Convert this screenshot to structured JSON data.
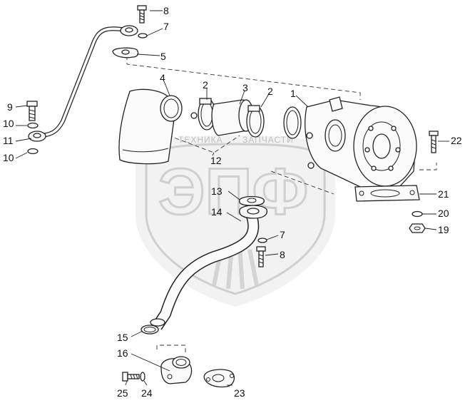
{
  "watermark": {
    "brand_left": "ТЕХНИКА",
    "brand_right": "ЗАПЧАСТИ",
    "logo_letters": "ЭПФ"
  },
  "callouts": {
    "p1": "1",
    "p2a": "2",
    "p2b": "2",
    "p3": "3",
    "p4": "4",
    "p5": "5",
    "p7a": "7",
    "p7b": "7",
    "p8a": "8",
    "p8b": "8",
    "p9": "9",
    "p10a": "10",
    "p10b": "10",
    "p11": "11",
    "p12": "12",
    "p13": "13",
    "p14": "14",
    "p15": "15",
    "p16": "16",
    "p19": "19",
    "p20": "20",
    "p21": "21",
    "p22": "22",
    "p23": "23",
    "p24": "24",
    "p25": "25"
  }
}
